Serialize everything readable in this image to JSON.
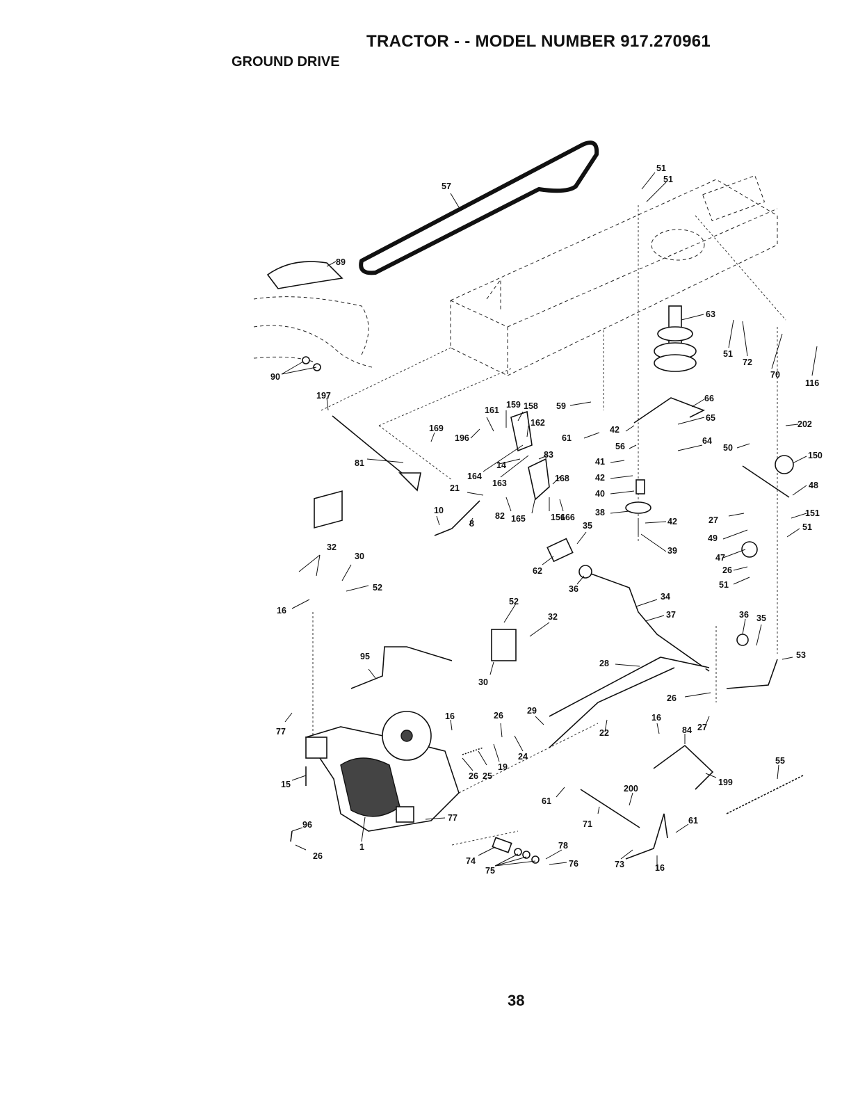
{
  "header": {
    "title": "TRACTOR - - MODEL NUMBER 917.270961",
    "subtitle": "GROUND DRIVE"
  },
  "footer": {
    "page_number": "38"
  },
  "diagram": {
    "callouts": [
      "1",
      "8",
      "10",
      "14",
      "15",
      "16",
      "19",
      "21",
      "22",
      "24",
      "25",
      "26",
      "27",
      "28",
      "29",
      "30",
      "32",
      "34",
      "35",
      "36",
      "37",
      "38",
      "39",
      "40",
      "41",
      "42",
      "47",
      "48",
      "49",
      "50",
      "51",
      "52",
      "53",
      "55",
      "56",
      "57",
      "59",
      "61",
      "62",
      "63",
      "64",
      "65",
      "66",
      "70",
      "71",
      "72",
      "73",
      "74",
      "75",
      "76",
      "77",
      "78",
      "81",
      "82",
      "83",
      "84",
      "89",
      "90",
      "95",
      "96",
      "116",
      "150",
      "151",
      "156",
      "158",
      "159",
      "161",
      "162",
      "163",
      "164",
      "165",
      "166",
      "168",
      "169",
      "196",
      "197",
      "199",
      "200",
      "202"
    ]
  }
}
